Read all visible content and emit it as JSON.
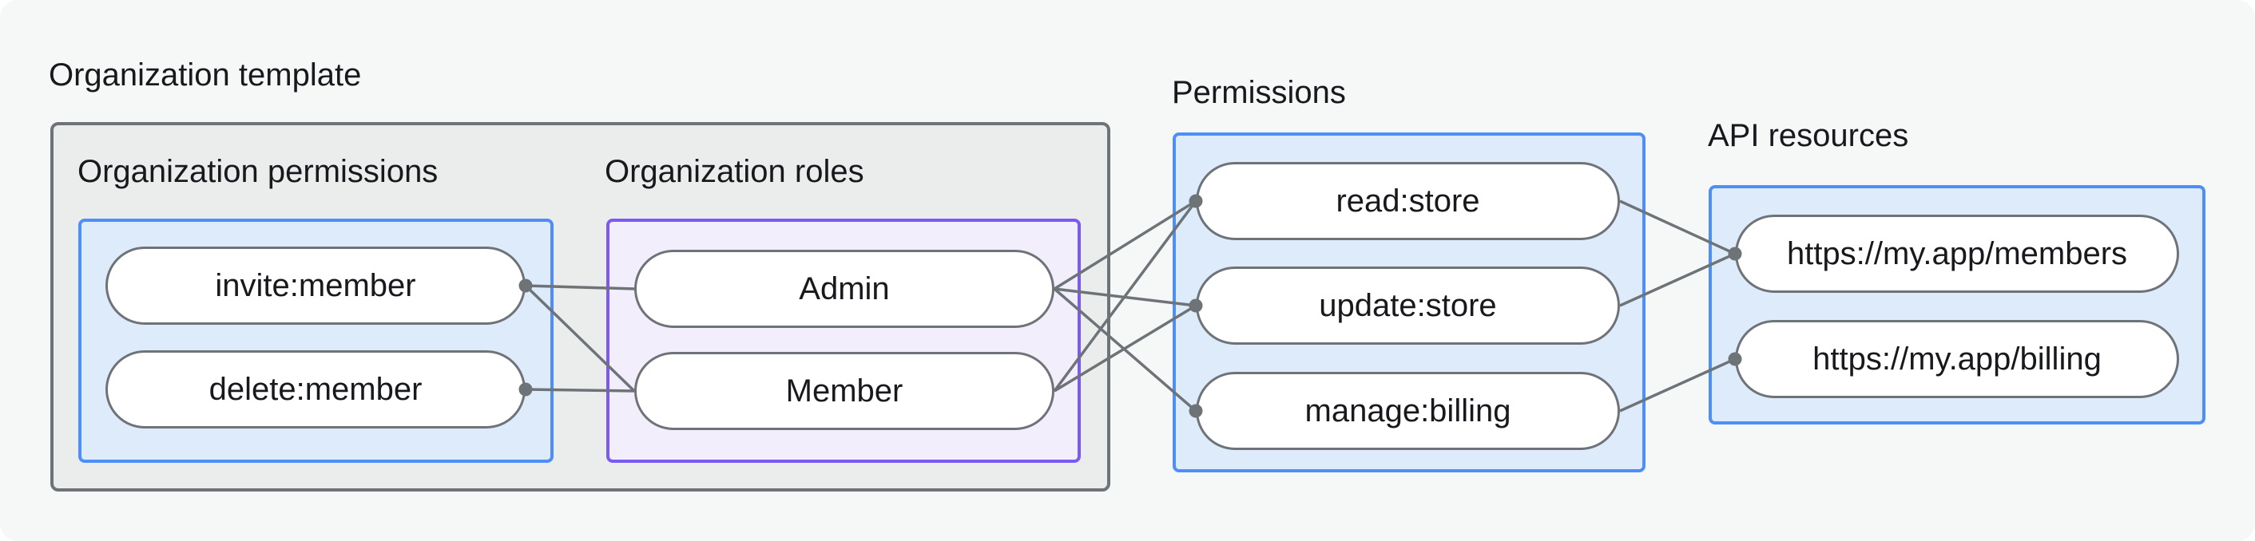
{
  "titles": {
    "org_template": "Organization template",
    "org_permissions": "Organization permissions",
    "org_roles": "Organization roles",
    "permissions": "Permissions",
    "api_resources": "API resources"
  },
  "nodes": {
    "invite_member": {
      "label": "invite:member"
    },
    "delete_member": {
      "label": "delete:member"
    },
    "admin": {
      "label": "Admin"
    },
    "member": {
      "label": "Member"
    },
    "read_store": {
      "label": "read:store"
    },
    "update_store": {
      "label": "update:store"
    },
    "manage_billing": {
      "label": "manage:billing"
    },
    "members_api": {
      "label": "https://my.app/members"
    },
    "billing_api": {
      "label": "https://my.app/billing"
    }
  },
  "edges": [
    {
      "from": "invite_member",
      "to": "admin"
    },
    {
      "from": "invite_member",
      "to": "member"
    },
    {
      "from": "delete_member",
      "to": "member"
    },
    {
      "from": "admin",
      "to": "read_store"
    },
    {
      "from": "admin",
      "to": "update_store"
    },
    {
      "from": "admin",
      "to": "manage_billing"
    },
    {
      "from": "member",
      "to": "read_store"
    },
    {
      "from": "member",
      "to": "update_store"
    },
    {
      "from": "read_store",
      "to": "members_api"
    },
    {
      "from": "update_store",
      "to": "members_api"
    },
    {
      "from": "manage_billing",
      "to": "billing_api"
    }
  ],
  "dots": [
    {
      "node": "invite_member",
      "side": "right"
    },
    {
      "node": "delete_member",
      "side": "right"
    },
    {
      "node": "read_store",
      "side": "left"
    },
    {
      "node": "update_store",
      "side": "left"
    },
    {
      "node": "manage_billing",
      "side": "left"
    },
    {
      "node": "members_api",
      "side": "left"
    },
    {
      "node": "billing_api",
      "side": "left"
    }
  ],
  "colors": {
    "line": "#6E7377",
    "dot": "#6E7377",
    "accent_blue": "#4E8EF7",
    "accent_purple": "#7A5AF1",
    "blue_fill": "#DEEBFB",
    "purple_fill": "#F2EEFC",
    "gray_fill": "#EBEDEC",
    "panel_bg": "#F6F8F8",
    "text": "#17191C"
  }
}
